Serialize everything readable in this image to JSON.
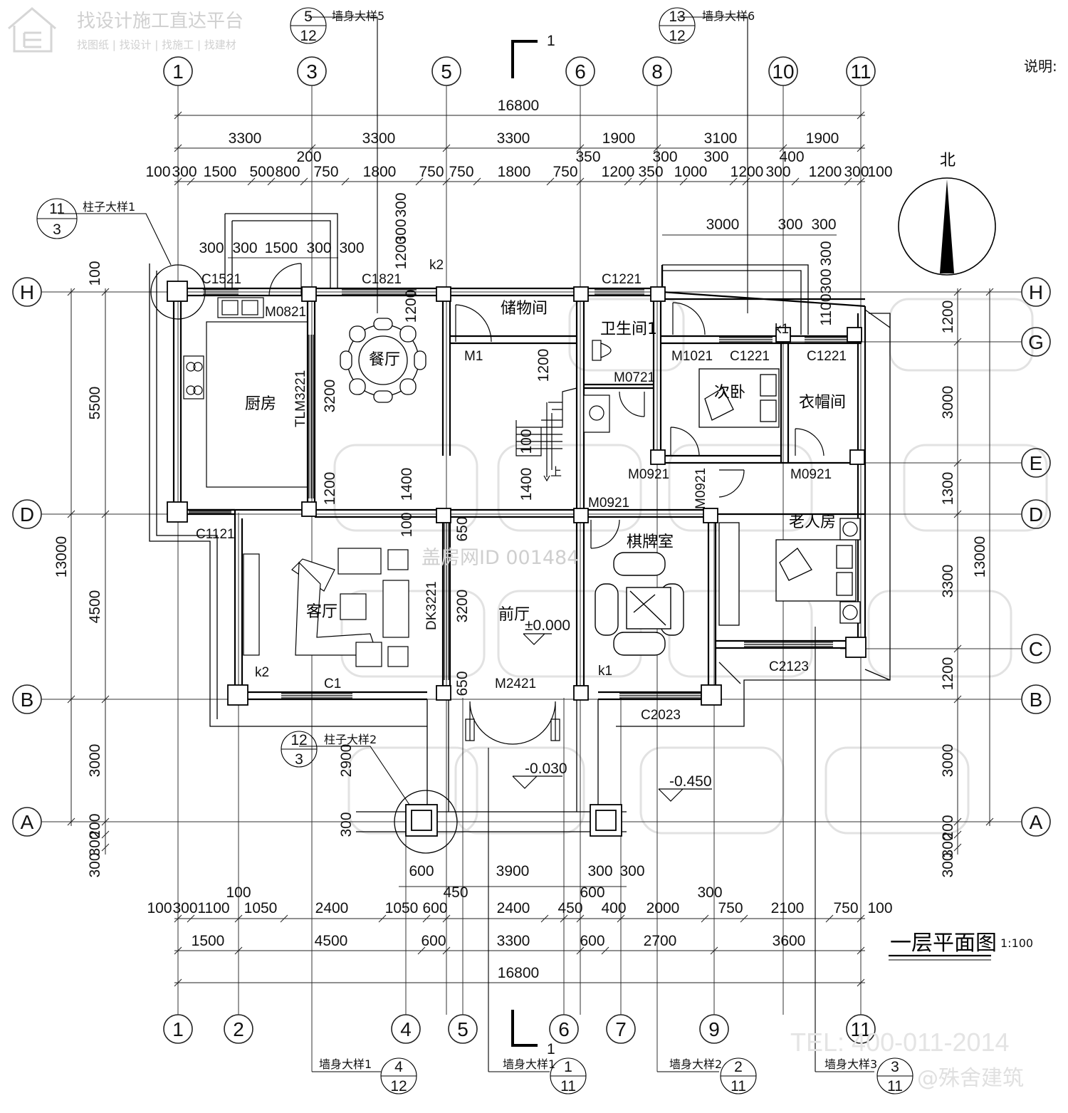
{
  "header": {
    "brand_title": "找设计施工直达平台",
    "brand_links": "找图纸 | 找设计 | 找施工 | 找建材",
    "note_label": "说明:"
  },
  "drawing": {
    "title": "一层平面图",
    "scale": "1:100",
    "north_label": "北",
    "section_mark": "1",
    "watermark_id": "盖房网ID 001484",
    "tel": "TEL: 400-011-2014",
    "signature": "@殊舍建筑"
  },
  "axes": {
    "top": [
      "1",
      "3",
      "5",
      "6",
      "8",
      "10",
      "11"
    ],
    "bottom": [
      "1",
      "2",
      "4",
      "5",
      "6",
      "7",
      "9",
      "11"
    ],
    "rows": [
      "H",
      "G",
      "E",
      "D",
      "C",
      "B",
      "A"
    ]
  },
  "rooms": {
    "kitchen": "厨房",
    "dining": "餐厅",
    "storage": "储物间",
    "bathroom": "卫生间1",
    "second_bedroom": "次卧",
    "cloakroom": "衣帽间",
    "living": "客厅",
    "foyer": "前厅",
    "chess_room": "棋牌室",
    "elder_room": "老人房",
    "stair_up": "上"
  },
  "elevations": {
    "floor": "±0.000",
    "porch": "-0.030",
    "yard": "-0.450"
  },
  "openings": [
    "C1521",
    "M0821",
    "C1821",
    "k2",
    "C1221",
    "M1",
    "M1021",
    "C1221",
    "C1221",
    "k1",
    "M0721",
    "TLM3221",
    "M0921",
    "M0921",
    "M0921",
    "M0921",
    "C1121",
    "DK3221",
    "C2123",
    "k2",
    "C1",
    "M2421",
    "k1",
    "C2023"
  ],
  "details": {
    "wall5": {
      "label": "墙身大样5",
      "num": "5",
      "sheet": "12"
    },
    "wall6": {
      "label": "墙身大样6",
      "num": "13",
      "sheet": "12"
    },
    "col1": {
      "label": "柱子大样1",
      "num": "11",
      "sheet": "3"
    },
    "col2": {
      "label": "柱子大样2",
      "num": "12",
      "sheet": "3"
    },
    "wall1a": {
      "label": "墙身大样1",
      "num": "4",
      "sheet": "12"
    },
    "wall1b": {
      "label": "墙身大样1",
      "num": "1",
      "sheet": "11"
    },
    "wall2": {
      "label": "墙身大样2",
      "num": "2",
      "sheet": "11"
    },
    "wall3": {
      "label": "墙身大样3",
      "num": "3",
      "sheet": "11"
    }
  },
  "dims": {
    "top_total": "16800",
    "top_row2": [
      "3300",
      "3300",
      "3300",
      "1900",
      "3100",
      "1900"
    ],
    "top_row2_extra": [
      "200",
      "350",
      "300",
      "300",
      "400"
    ],
    "top_row3": [
      "100",
      "300",
      "1500",
      "500",
      "800",
      "750",
      "1800",
      "750",
      "750",
      "1800",
      "750",
      "1200",
      "350",
      "1000",
      "1200",
      "300",
      "1200",
      "300",
      "100"
    ],
    "kitchen_top": [
      "300",
      "300",
      "1500",
      "300",
      "300"
    ],
    "right_top": [
      "3000",
      "300",
      "300"
    ],
    "bottom_row1": [
      "600",
      "3900",
      "300",
      "300"
    ],
    "bottom_row1_extra": [
      "450",
      "600",
      "100",
      "300"
    ],
    "bottom_row2": [
      "100",
      "300",
      "1100",
      "1050",
      "2400",
      "1050",
      "600",
      "2400",
      "450",
      "400",
      "2000",
      "750",
      "2100",
      "750",
      "100"
    ],
    "bottom_row3": [
      "1500",
      "4500",
      "600",
      "3300",
      "600",
      "2700",
      "3600"
    ],
    "bottom_total": "16800",
    "left_outer": [
      "5500",
      "4500",
      "3000"
    ],
    "left_small": [
      "100",
      "200",
      "300",
      "300"
    ],
    "left_total": "13000",
    "right_outer": [
      "1200",
      "3000",
      "1300",
      "3300",
      "1200",
      "3000"
    ],
    "right_small": [
      "200",
      "300",
      "300"
    ],
    "right_total": "13000",
    "inner": [
      "3200",
      "1200",
      "1400",
      "1400",
      "1200",
      "100",
      "3200",
      "650",
      "650",
      "2900",
      "300",
      "100",
      "1200",
      "300",
      "300",
      "1200",
      "300",
      "1100",
      "300"
    ]
  }
}
